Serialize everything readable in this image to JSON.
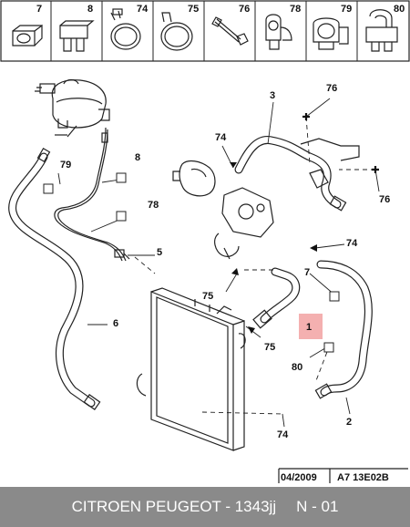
{
  "header_parts": [
    {
      "ref": "7"
    },
    {
      "ref": "8"
    },
    {
      "ref": "74"
    },
    {
      "ref": "75"
    },
    {
      "ref": "76"
    },
    {
      "ref": "78"
    },
    {
      "ref": "79"
    },
    {
      "ref": "80"
    }
  ],
  "callouts": {
    "c3": "3",
    "c76a": "76",
    "c74a": "74",
    "c79": "79",
    "c8": "8",
    "c78": "78",
    "c5": "5",
    "c76b": "76",
    "c74b": "74",
    "c7": "7",
    "c75a": "75",
    "c1": "1",
    "c75b": "75",
    "c6": "6",
    "c80": "80",
    "c2": "2",
    "c74c": "74"
  },
  "highlight_color": "#f4b0b0",
  "reference": {
    "date": "04/2009",
    "code": "A7 13E02B"
  },
  "footer": {
    "left": "CITROEN PEUGEOT - 1343jj",
    "right": "N - 01"
  }
}
